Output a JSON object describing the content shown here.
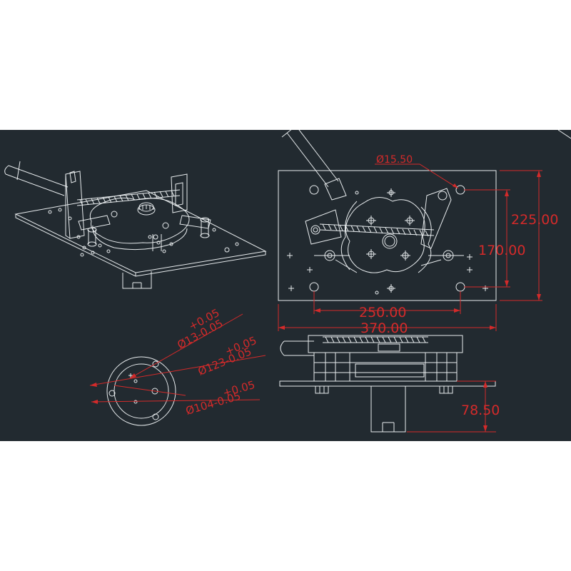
{
  "colors": {
    "background": "#ffffff",
    "cad_background": "#222a30",
    "line": "#e8ecee",
    "dimension": "#d42a2a"
  },
  "dimensions": {
    "hole_diameter": "Ø15.50",
    "height_overall": "225.00",
    "height_holes": "170.00",
    "width_holes": "250.00",
    "width_overall": "370.00",
    "shaft_length": "78.50",
    "dia_small": "Ø13-0.05",
    "dia_small_tol": "+0.05",
    "dia_large": "Ø123-0.05",
    "dia_large_tol": "+0.05",
    "dia_mid": "Ø104-0.05",
    "dia_mid_tol": "+0.05"
  }
}
